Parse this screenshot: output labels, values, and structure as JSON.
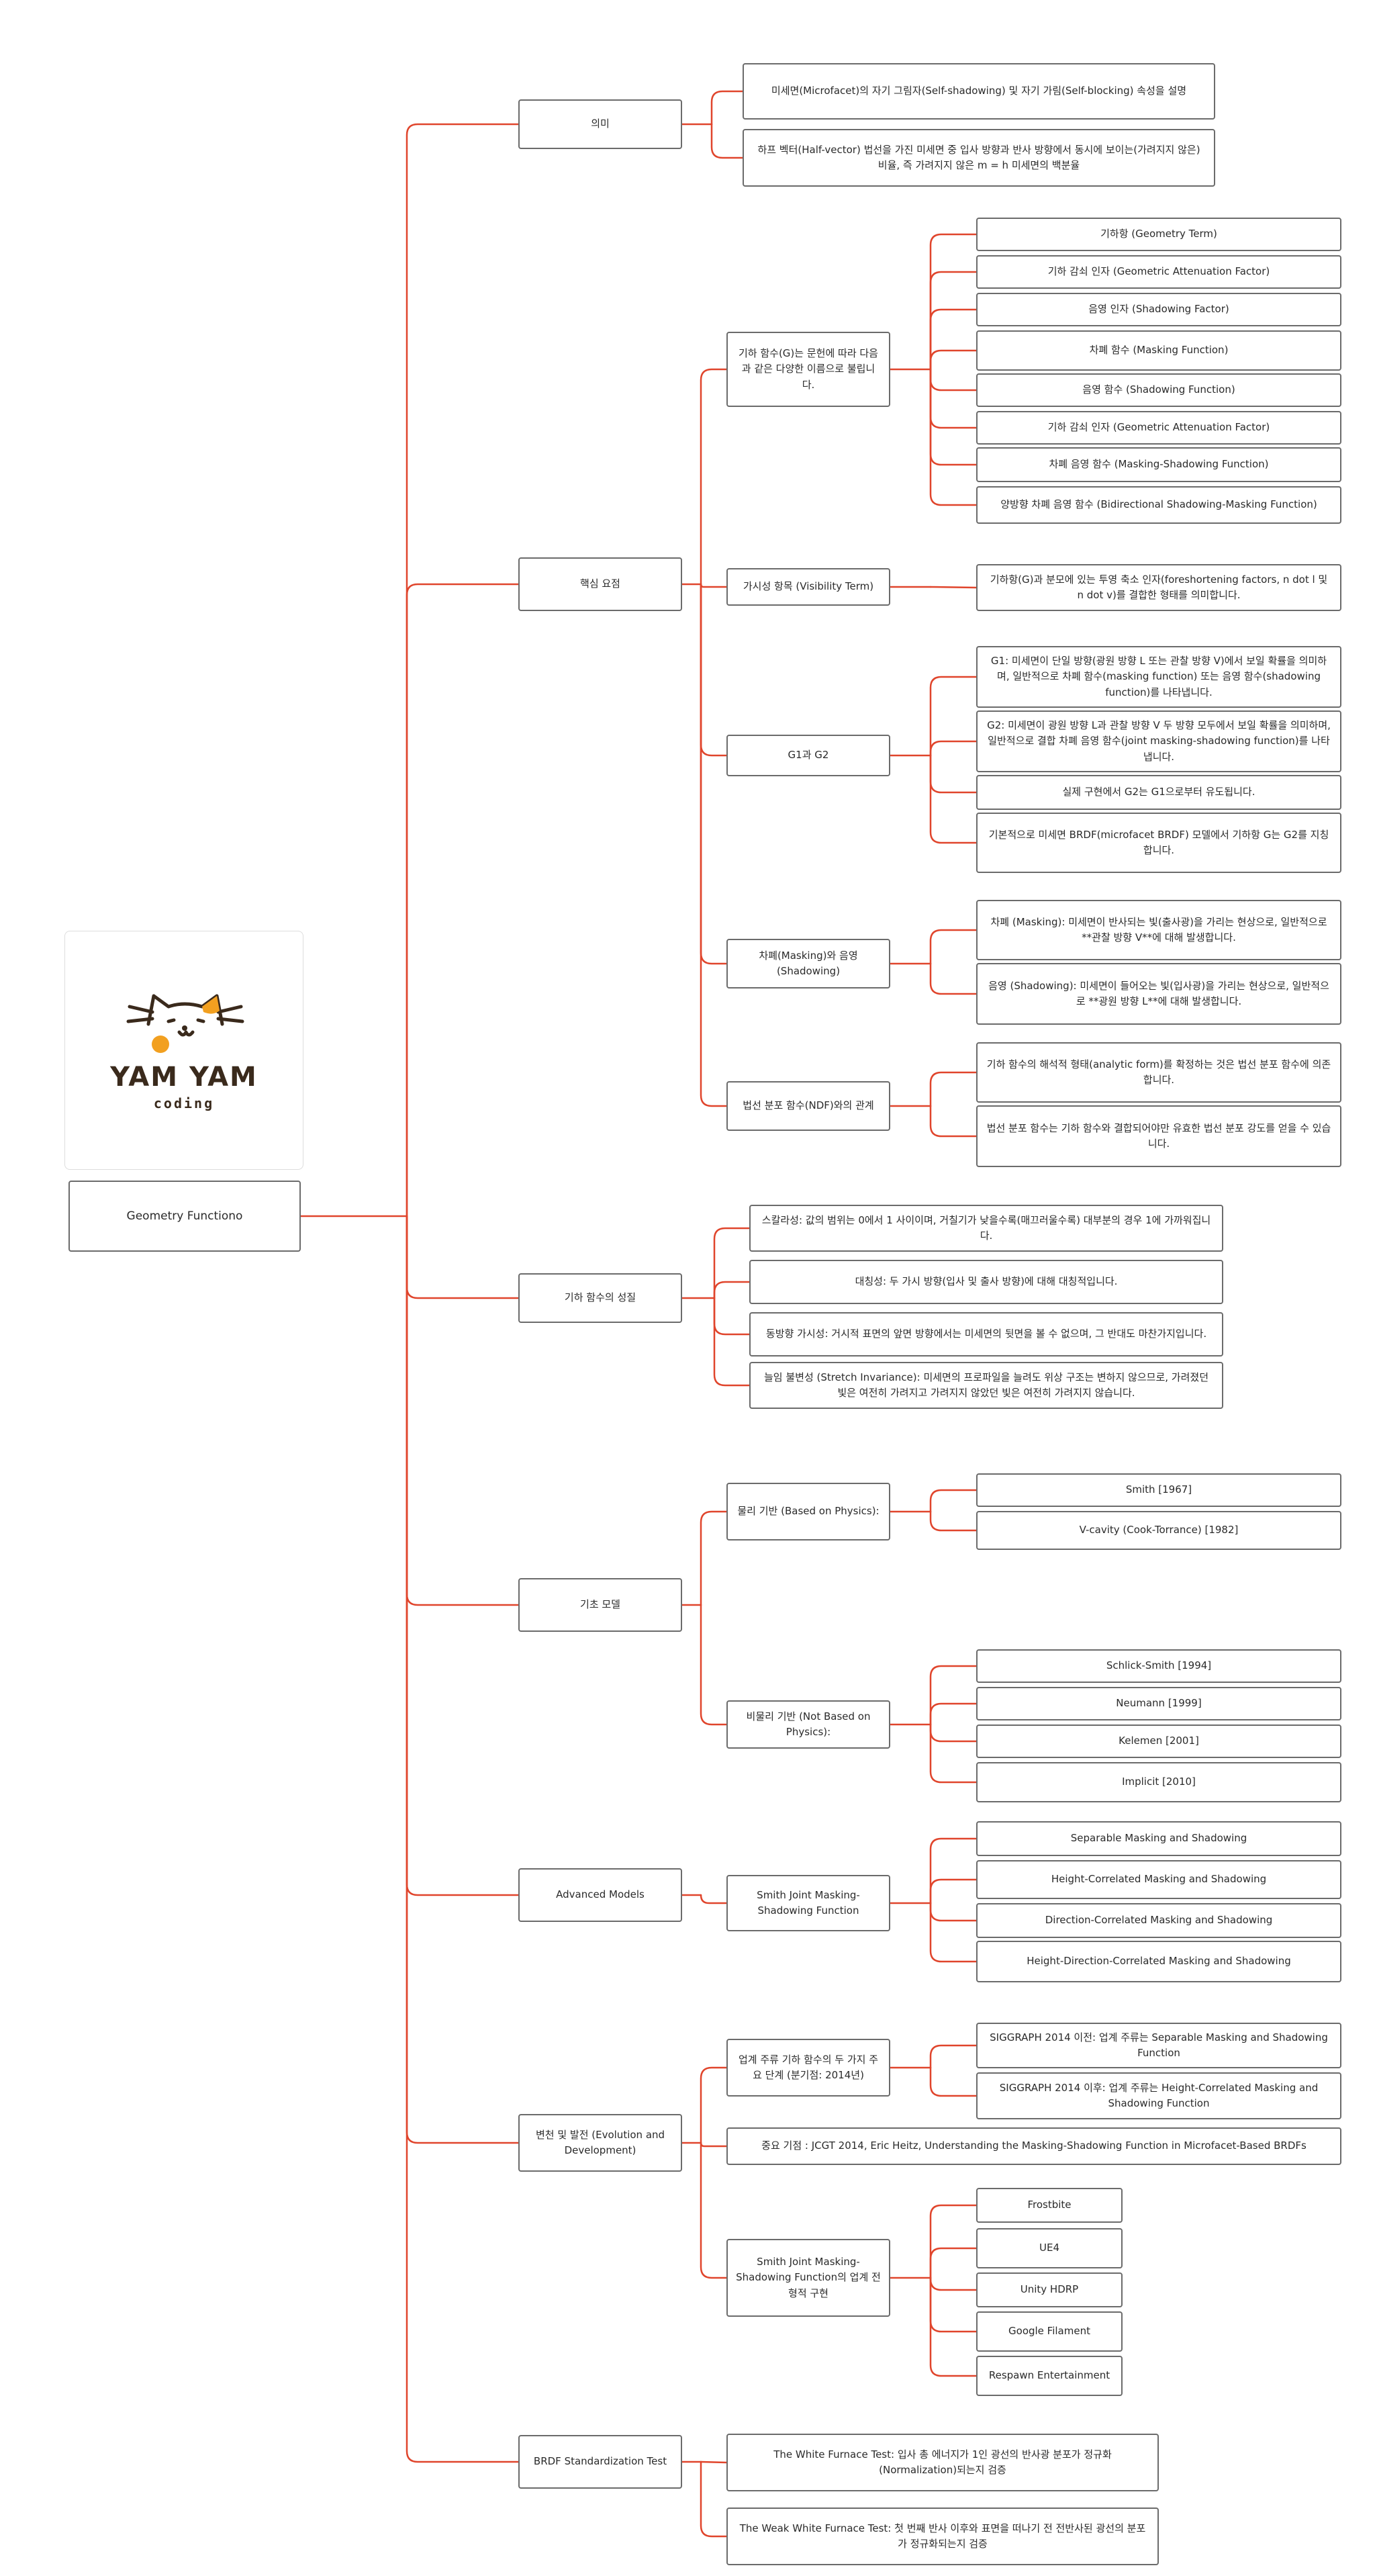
{
  "logo": {
    "title": "YAM YAM",
    "subtitle": "coding"
  },
  "root": "Geometry Functiono",
  "sections": {
    "meaning": {
      "label": "의미",
      "items": [
        "미세면(Microfacet)의 자기 그림자(Self-shadowing) 및 자기 가림(Self-blocking) 속성을 설명",
        "하프 벡터(Half-vector) 법선을 가진 미세면 중 입사 방향과 반사 방향에서 동시에 보이는(가려지지 않은) 비율, 즉 가려지지 않은 m = h 미세면의 백분율"
      ]
    },
    "key_points": {
      "label": "핵심 요점",
      "names": {
        "label": "기하 함수(G)는 문헌에 따라 다음과 같은 다양한 이름으로 불립니다.",
        "items": [
          "기하항 (Geometry Term)",
          "기하 감쇠 인자 (Geometric Attenuation Factor)",
          "음영 인자 (Shadowing Factor)",
          "차폐 함수 (Masking Function)",
          "음영 함수 (Shadowing Function)",
          "기하 감쇠 인자 (Geometric Attenuation Factor)",
          "차폐 음영 함수 (Masking-Shadowing Function)",
          "양방향 차폐 음영 함수 (Bidirectional Shadowing-Masking Function)"
        ]
      },
      "visibility": {
        "label": "가시성 항목 (Visibility Term)",
        "items": [
          "기하항(G)과 분모에 있는 투영 축소 인자(foreshortening factors, n dot l 및 n dot v)를 결합한 형태를 의미합니다."
        ]
      },
      "g1g2": {
        "label": "G1과 G2",
        "items": [
          "G1: 미세면이 단일 방향(광원 방향 L 또는 관찰 방향 V)에서 보일 확률을 의미하며, 일반적으로 차폐 함수(masking function) 또는 음영 함수(shadowing function)를 나타냅니다.",
          "G2: 미세면이 광원 방향 L과 관찰 방향 V 두 방향 모두에서 보일 확률을 의미하며, 일반적으로 결합 차폐 음영 함수(joint masking-shadowing function)를 나타냅니다.",
          "실제 구현에서 G2는 G1으로부터 유도됩니다.",
          "기본적으로 미세면 BRDF(microfacet BRDF) 모델에서 기하항 G는 G2를 지칭합니다."
        ]
      },
      "masking": {
        "label": "차폐(Masking)와 음영(Shadowing)",
        "items": [
          "차폐 (Masking): 미세면이 반사되는 빛(출사광)을 가리는 현상으로, 일반적으로 **관찰 방향 V**에 대해 발생합니다.",
          "음영 (Shadowing): 미세면이 들어오는 빛(입사광)을 가리는 현상으로, 일반적으로 **광원 방향 L**에 대해 발생합니다."
        ]
      },
      "ndf": {
        "label": "법선 분포 함수(NDF)와의 관계",
        "items": [
          "기하 함수의 해석적 형태(analytic form)를 확정하는 것은 법선 분포 함수에 의존합니다.",
          "법선 분포 함수는 기하 함수와 결합되어야만 유효한 법선 분포 강도를 얻을 수 있습니다."
        ]
      }
    },
    "properties": {
      "label": "기하 함수의 성질",
      "items": [
        "스칼라성: 값의 범위는 0에서 1 사이이며, 거칠기가 낮을수록(매끄러울수록) 대부분의 경우 1에 가까워집니다.",
        "대칭성: 두 가시 방향(입사 및 출사 방향)에 대해 대칭적입니다.",
        "동방향 가시성: 거시적 표면의 앞면 방향에서는 미세면의 뒷면을 볼 수 없으며, 그 반대도 마찬가지입니다.",
        "늘임 불변성 (Stretch Invariance): 미세면의 프로파일을 늘려도 위상 구조는 변하지 않으므로, 가려졌던 빛은 여전히 가려지고 가려지지 않았던 빛은 여전히 가려지지 않습니다."
      ]
    },
    "basic_models": {
      "label": "기초 모델",
      "physical": {
        "label": "물리 기반 (Based on Physics):",
        "items": [
          "Smith [1967]",
          "V-cavity (Cook-Torrance) [1982]"
        ]
      },
      "nonphysical": {
        "label": "비물리 기반 (Not Based on Physics):",
        "items": [
          "Schlick-Smith [1994]",
          "Neumann [1999]",
          "Kelemen [2001]",
          "Implicit [2010]"
        ]
      }
    },
    "advanced": {
      "label": "Advanced Models",
      "smith": {
        "label": "Smith Joint Masking-Shadowing Function",
        "items": [
          "Separable Masking and Shadowing",
          "Height-Correlated Masking and Shadowing",
          "Direction-Correlated Masking and Shadowing",
          "Height-Direction-Correlated Masking and Shadowing"
        ]
      }
    },
    "evolution": {
      "label": "변천 및 발전 (Evolution and Development)",
      "stages": {
        "label": "업계 주류 기하 함수의 두 가지 주요 단계 (분기점: 2014년)",
        "items": [
          "SIGGRAPH 2014 이전: 업계 주류는 Separable Masking and Shadowing Function",
          "SIGGRAPH 2014 이후: 업계 주류는 Height-Correlated Masking and Shadowing Function"
        ]
      },
      "milestone": "중요 기점 : JCGT 2014, Eric Heitz, Understanding the Masking-Shadowing Function in Microfacet-Based BRDFs",
      "industry": {
        "label": "Smith Joint Masking-Shadowing Function의 업계 전형적 구현",
        "items": [
          "Frostbite",
          "UE4",
          "Unity HDRP",
          "Google Filament",
          "Respawn Entertainment"
        ]
      }
    },
    "brdf_test": {
      "label": "BRDF Standardization Test",
      "items": [
        "The White Furnace Test: 입사 총 에너지가 1인 광선의 반사광 분포가 정규화(Normalization)되는지 검증",
        "The Weak White Furnace Test: 첫 번째 반사 이후와 표면을 떠나기 전 전반사된 광선의 분포가 정규화되는지 검증"
      ]
    }
  },
  "colors": {
    "connector": "#e0452c",
    "border": "#6b6b6b",
    "logo_orange": "#f2a020",
    "logo_dark": "#3a2a1c"
  }
}
